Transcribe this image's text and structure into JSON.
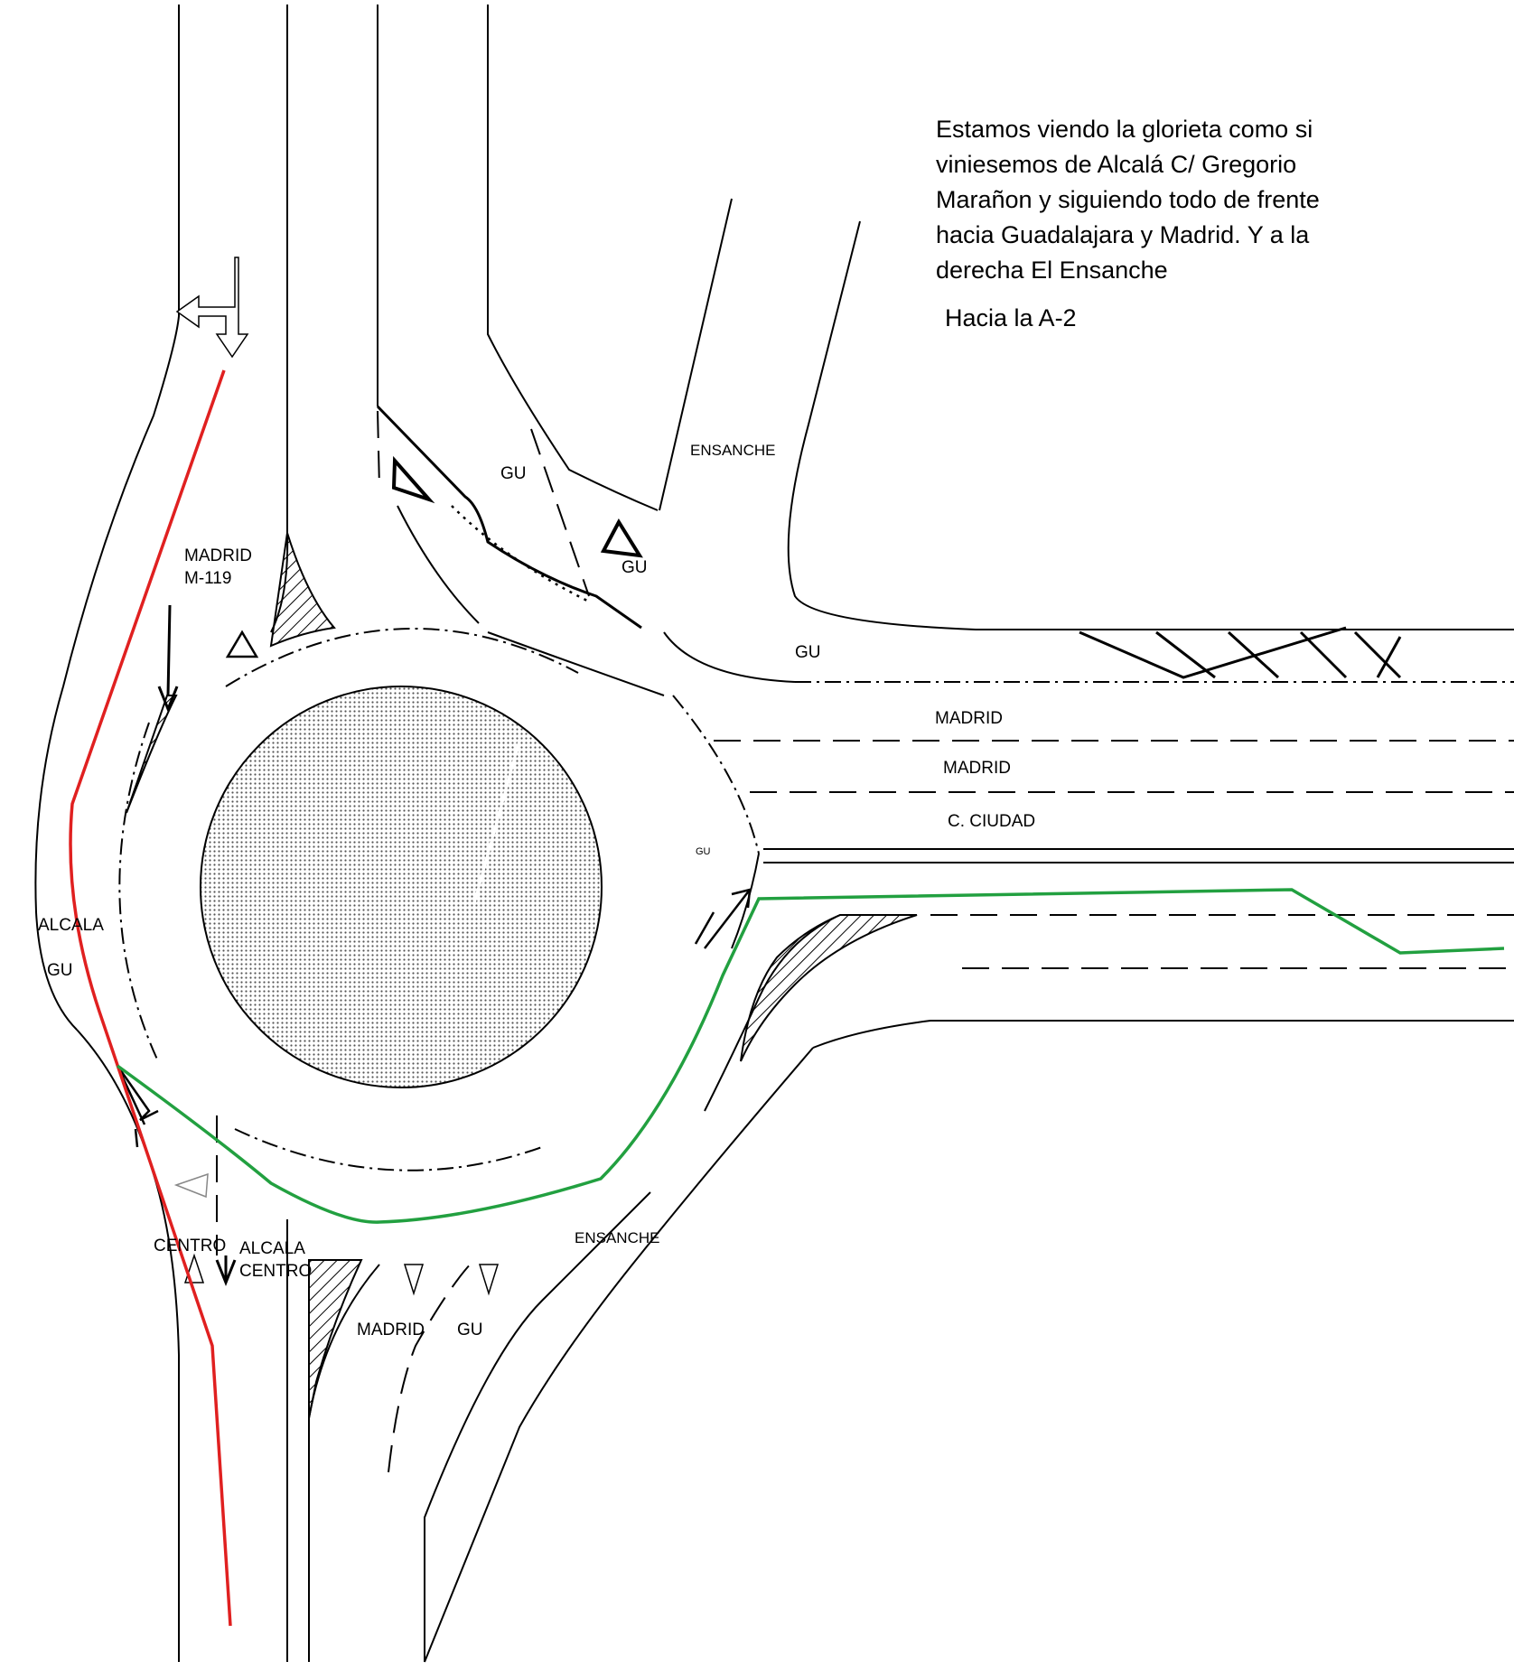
{
  "description": {
    "lines": [
      "Estamos viendo la glorieta como si",
      "viniesemos de Alcalá C/ Gregorio",
      "Marañon y siguiendo todo de frente",
      "hacia Guadalajara y Madrid. Y a la",
      "derecha El Ensanche"
    ],
    "subtitle": "Hacia la A-2"
  },
  "labels": {
    "madrid_top": "MADRID",
    "m119": "M-119",
    "gu_top": "GU",
    "gu_triangle": "GU",
    "ensanche_top": "ENSANCHE",
    "gu_right": "GU",
    "madrid_lane1": "MADRID",
    "madrid_lane2": "MADRID",
    "c_ciudad": "C. CIUDAD",
    "gu_small": "GU",
    "alcala_left": "ALCALA",
    "gu_left": "GU",
    "centro_left": "CENTRO",
    "alcala_bottom": "ALCALA",
    "centro_bottom": "CENTRO",
    "ensanche_bottom": "ENSANCHE",
    "madrid_bottom": "MADRID",
    "gu_bottom": "GU"
  },
  "colors": {
    "red_route": "#e02020",
    "green_route": "#22a040",
    "island_dots": "#555555"
  }
}
